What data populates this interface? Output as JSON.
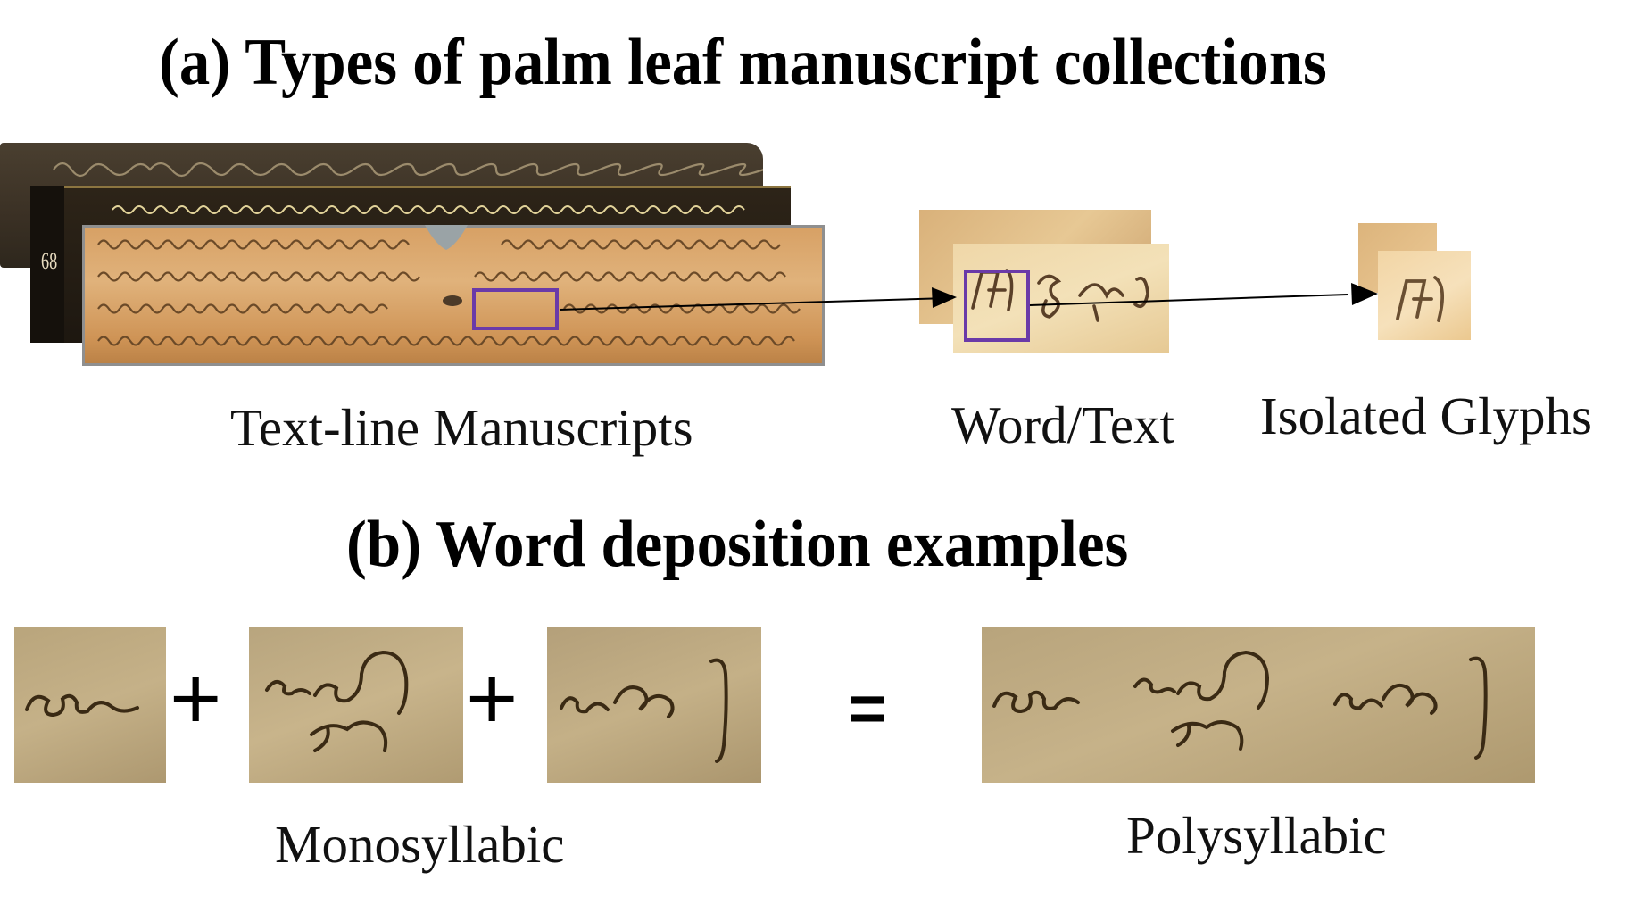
{
  "section_a": {
    "title": "(a) Types of palm leaf manuscript collections",
    "labels": {
      "text_line": "Text-line Manuscripts",
      "word_text": "Word/Text",
      "isolated_glyphs": "Isolated Glyphs"
    },
    "leaf_page_number": "68"
  },
  "section_b": {
    "title": "(b) Word deposition examples",
    "operators": {
      "plus": "+",
      "equals": "="
    },
    "labels": {
      "monosyllabic": "Monosyllabic",
      "polysyllabic": "Polysyllabic"
    }
  },
  "colors": {
    "highlight_box": "#6a3aa8",
    "arrow": "#000000",
    "dark_leaf": "#3d3325",
    "black_leaf": "#1a1510",
    "light_leaf": "#d9a56c",
    "patch_background": "#b6a27a",
    "ink": "#3a2a14"
  }
}
